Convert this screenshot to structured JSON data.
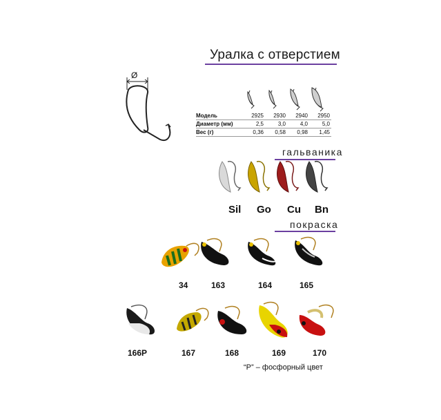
{
  "title": "Уралка с отверстием",
  "diagram": {
    "diameter_symbol": "Ø"
  },
  "spec_table": {
    "rows": [
      {
        "label": "Модель",
        "values": [
          "2925",
          "2930",
          "2940",
          "2950"
        ]
      },
      {
        "label": "Диаметр (мм)",
        "values": [
          "2,5",
          "3,0",
          "4,0",
          "5,0"
        ]
      },
      {
        "label": "Вес (г)",
        "values": [
          "0,36",
          "0,58",
          "0,98",
          "1,45"
        ]
      }
    ]
  },
  "sections": {
    "plating": "гальваника",
    "paint": "покраска"
  },
  "plating_finishes": [
    {
      "code": "Sil",
      "color": "#d9d9d9"
    },
    {
      "code": "Go",
      "color": "#c9a400"
    },
    {
      "code": "Cu",
      "color": "#9e1c1c"
    },
    {
      "code": "Bn",
      "color": "#444444"
    }
  ],
  "paint_colors_row1": [
    "34",
    "163",
    "164",
    "165"
  ],
  "paint_colors_row2": [
    "166P",
    "167",
    "168",
    "169",
    "170"
  ],
  "footnote": "“P” – фосфорный цвет",
  "colors": {
    "accent": "#6b3fa0"
  }
}
